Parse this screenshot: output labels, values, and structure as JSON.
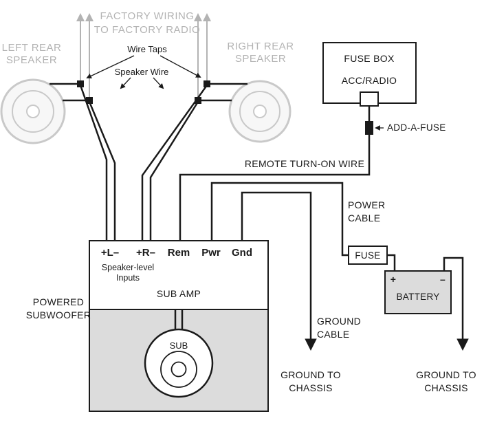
{
  "colors": {
    "wire_black": "#1a1a1a",
    "remote_teal": "#177b8f",
    "power_maroon": "#8e1b33",
    "factory_gray": "#b3b3b3",
    "speaker_ring_gray": "#c9c9c9",
    "panel_gray": "#dcdcdc"
  },
  "top": {
    "factory_wiring_1": "FACTORY WIRING",
    "factory_wiring_2": "TO FACTORY RADIO",
    "left_speaker_1": "LEFT REAR",
    "left_speaker_2": "SPEAKER",
    "right_speaker_1": "RIGHT REAR",
    "right_speaker_2": "SPEAKER",
    "wire_taps": "Wire Taps",
    "speaker_wire": "Speaker Wire"
  },
  "fuse_box": {
    "title": "FUSE BOX",
    "terminal": "ACC/RADIO",
    "add_a_fuse": "ADD-A-FUSE"
  },
  "remote": {
    "label": "REMOTE TURN-ON WIRE"
  },
  "power": {
    "label_1": "POWER",
    "label_2": "CABLE",
    "fuse": "FUSE"
  },
  "battery": {
    "label": "BATTERY",
    "plus": "+",
    "minus": "–"
  },
  "amp": {
    "terminal_l": "+L–",
    "terminal_r": "+R–",
    "terminal_rem": "Rem",
    "terminal_pwr": "Pwr",
    "terminal_gnd": "Gnd",
    "inputs_1": "Speaker-level",
    "inputs_2": "Inputs",
    "title": "SUB AMP",
    "sub": "SUB",
    "name_1": "POWERED",
    "name_2": "SUBWOOFER"
  },
  "ground": {
    "cable_1": "GROUND",
    "cable_2": "CABLE",
    "chassis_1": "GROUND TO",
    "chassis_2": "CHASSIS"
  }
}
